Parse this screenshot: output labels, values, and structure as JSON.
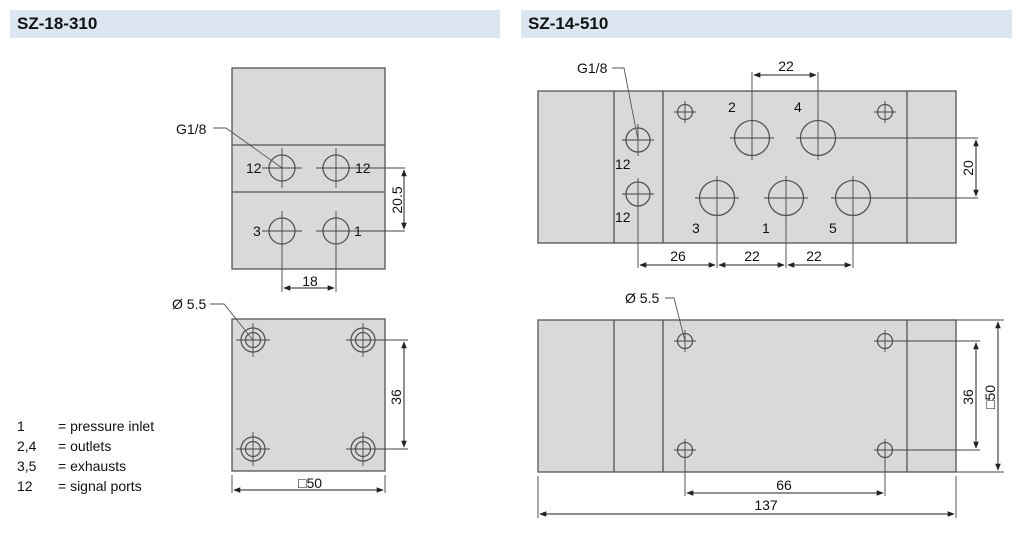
{
  "left": {
    "title": "SZ-18-310",
    "port_label": "G1/8",
    "hole_label": "Ø 5.5",
    "port_numbers": [
      "12",
      "12",
      "3",
      "1"
    ],
    "dims": {
      "horizontal_spacing": "18",
      "vertical_spacing": "20.5",
      "mount_spacing": "36",
      "width": "□50"
    }
  },
  "right": {
    "title": "SZ-14-510",
    "port_label": "G1/8",
    "hole_label": "Ø 5.5",
    "port_numbers": [
      "2",
      "4",
      "12",
      "12",
      "3",
      "1",
      "5"
    ],
    "dims": {
      "top_spacing": "22",
      "vertical_spacing": "20",
      "offset": "26",
      "spacing_a": "22",
      "spacing_b": "22",
      "mount_spacing_v": "36",
      "height": "□50",
      "mount_spacing_h": "66",
      "length": "137"
    }
  },
  "legend": [
    {
      "key": "1",
      "value": "= pressure inlet"
    },
    {
      "key": "2,4",
      "value": "= outlets"
    },
    {
      "key": "3,5",
      "value": "= exhausts"
    },
    {
      "key": "12",
      "value": "= signal ports"
    }
  ]
}
